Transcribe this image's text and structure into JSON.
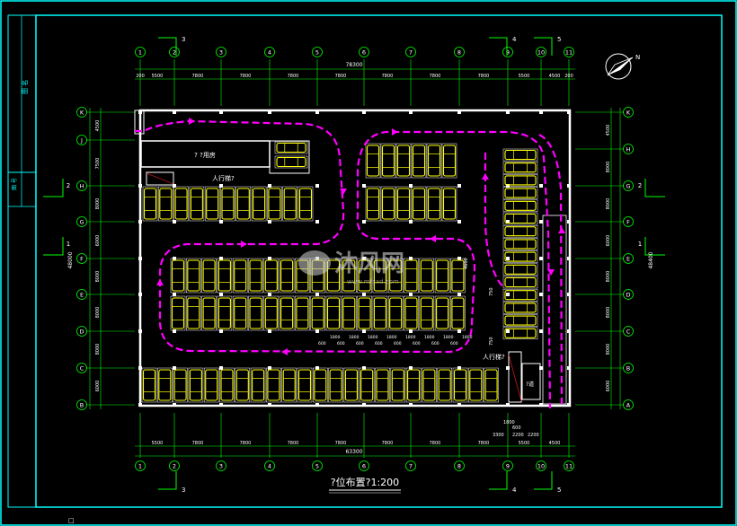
{
  "drawing": {
    "title": "?位布置?1:200",
    "colors": {
      "background": "#000000",
      "frame": "#00ffff",
      "wall": "#ffffff",
      "axis": "#00ff00",
      "parking": "#ffff00",
      "route": "#ff00ff",
      "red": "#ff2020"
    },
    "top_axes": [
      "1",
      "2",
      "3",
      "4",
      "5",
      "6",
      "7",
      "8",
      "9",
      "10",
      "11"
    ],
    "bottom_axes": [
      "1",
      "2",
      "3",
      "4",
      "5",
      "6",
      "7",
      "8",
      "9",
      "10",
      "11"
    ],
    "left_axes": [
      "K",
      "J",
      "H",
      "G",
      "F",
      "E",
      "D",
      "C",
      "B",
      "A"
    ],
    "right_axes": [
      "K",
      "H",
      "G",
      "F",
      "E",
      "D",
      "C",
      "B",
      "A"
    ],
    "section_marks": [
      "3",
      "4",
      "5",
      "2",
      "1",
      "3",
      "4",
      "5",
      "2",
      "1"
    ],
    "top_dims": [
      "200",
      "5500",
      "7800",
      "7800",
      "7800",
      "7800",
      "7800",
      "7800",
      "7800",
      "5500",
      "4500",
      "200"
    ],
    "top_total": "78300",
    "bottom_dims": [
      "5500",
      "7800",
      "7800",
      "7800",
      "7800",
      "7800",
      "7800",
      "7800",
      "5500",
      "4500"
    ],
    "bottom_total": "63300",
    "bottom_sub_dims": [
      "3300",
      "2200",
      "2200"
    ],
    "left_dims": [
      "4500",
      "7500",
      "8000",
      "6000",
      "8000",
      "8000",
      "8000",
      "6000"
    ],
    "left_total": "48000",
    "right_dims": [
      "4500",
      "8000",
      "8000",
      "6000",
      "8000",
      "8000",
      "8000",
      "6000"
    ],
    "right_total": "48400",
    "room_label": "? ?用房",
    "stair_label_1": "人行梯?",
    "stair_label_2": "人行梯?",
    "ramp_label": "?道",
    "north_label": "N",
    "row_dims": [
      "1800",
      "1800",
      "1800",
      "1800",
      "1800",
      "1800",
      "1800",
      "1800"
    ],
    "row_dims2": [
      "600",
      "600",
      "600",
      "600",
      "600",
      "600",
      "600",
      "600"
    ],
    "watermark": "沐风网",
    "watermark_url": "www.mfcad.com",
    "side_labels": [
      "图 名",
      "图 号"
    ]
  }
}
